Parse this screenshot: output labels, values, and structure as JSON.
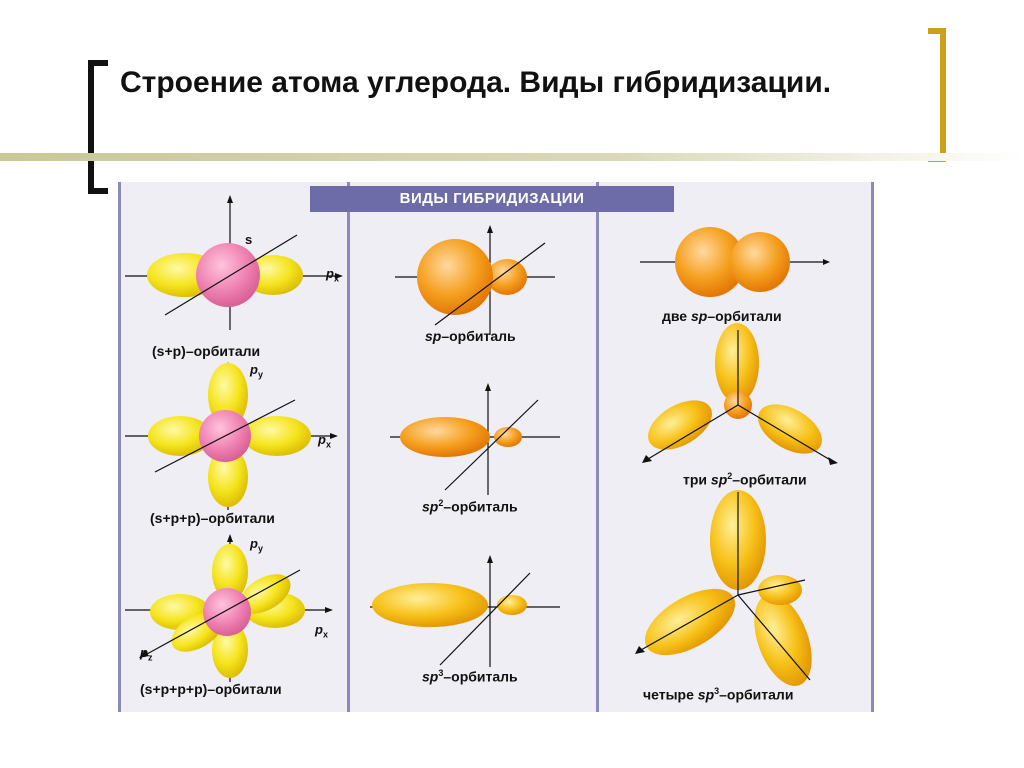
{
  "slide": {
    "title": "Строение атома углерода. Виды гибридизации."
  },
  "figure": {
    "banner": "ВИДЫ ГИБРИДИЗАЦИИ",
    "left_column": {
      "s_label": "s",
      "px_label": "p",
      "px_sub": "x",
      "py_label": "p",
      "py_sub": "y",
      "pz_label": "p",
      "pz_sub": "z",
      "cap1": "(s+p)–орбитали",
      "cap2": "(s+p+p)–орбитали",
      "cap3": "(s+p+p+p)–орбитали"
    },
    "middle_column": {
      "cap1_sym": "sp",
      "cap1_rest": "–орбиталь",
      "cap2_sym": "sp",
      "cap2_sup": "2",
      "cap2_rest": "–орбиталь",
      "cap3_sym": "sp",
      "cap3_sup": "3",
      "cap3_rest": "–орбиталь"
    },
    "right_column": {
      "cap1_pre": "две ",
      "cap1_sym": "sp",
      "cap1_rest": "–орбитали",
      "cap2_pre": "три ",
      "cap2_sym": "sp",
      "cap2_sup": "2",
      "cap2_rest": "–орбитали",
      "cap3_pre": "четыре ",
      "cap3_sym": "sp",
      "cap3_sup": "3",
      "cap3_rest": "–орбитали"
    }
  }
}
